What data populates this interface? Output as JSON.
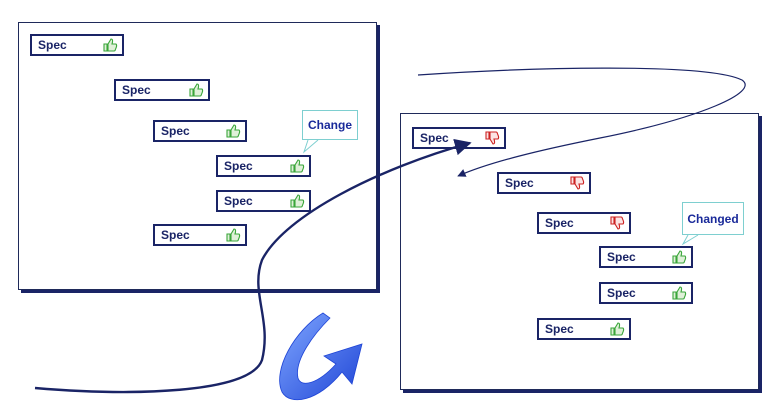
{
  "node_label": "Spec",
  "left_callout": "Change",
  "right_callout": "Changed",
  "colors": {
    "node_border": "#1a2466",
    "connector": "#c00000",
    "approve_icon": "#3aa63a",
    "reject_icon": "#cc2222",
    "arrow": "#1a2466",
    "cycle_arrow": "#2f5ee0"
  },
  "icons": {
    "approve": "thumbs-up-icon",
    "reject": "thumbs-down-icon"
  }
}
